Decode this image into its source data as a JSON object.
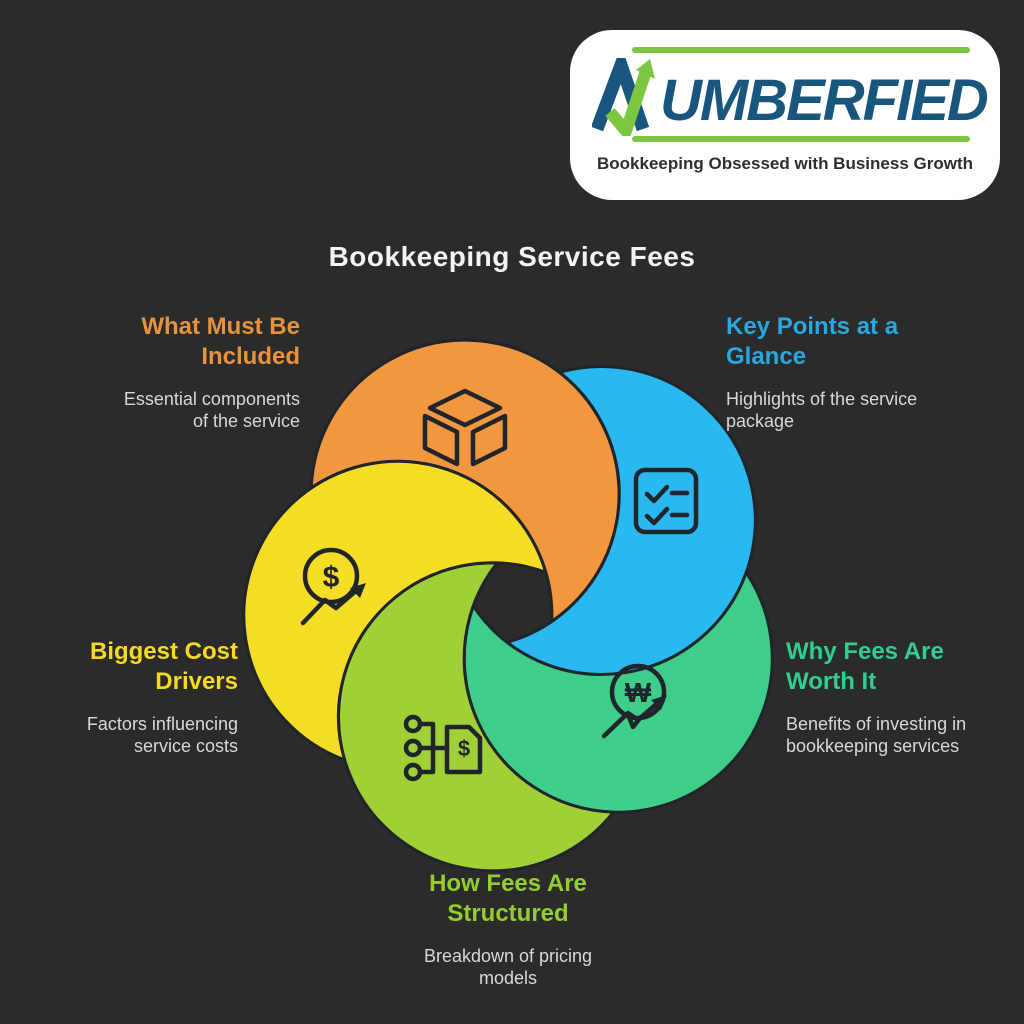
{
  "logo": {
    "brand_rest": "UMBERFIED",
    "tagline": "Bookkeeping Obsessed with Business Growth",
    "colors": {
      "accent_green": "#7dc642",
      "brand_blue": "#19567d",
      "tagline_text": "#2e2e2e"
    }
  },
  "title": "Bookkeeping Service Fees",
  "background_color": "#2b2b2b",
  "pinwheel": {
    "stroke_color": "#20242b",
    "segments": [
      {
        "id": "what-must-be-included",
        "petal_color": "#f0973f",
        "heading_color": "#e8923c",
        "icon": "cube-icon",
        "icon_glyph": "",
        "heading_lines": [
          "What Must Be",
          "Included"
        ],
        "description_lines": [
          "Essential components",
          "of the service"
        ]
      },
      {
        "id": "key-points-at-a-glance",
        "petal_color": "#29b9f0",
        "heading_color": "#29a8e0",
        "icon": "checklist-icon",
        "icon_glyph": "",
        "heading_lines": [
          "Key Points at a",
          "Glance"
        ],
        "description_lines": [
          "Highlights of the service",
          "package"
        ]
      },
      {
        "id": "why-fees-are-worth-it",
        "petal_color": "#3fce8a",
        "heading_color": "#31ce8f",
        "icon": "won-growth-icon",
        "icon_glyph": "₩",
        "heading_lines": [
          "Why Fees Are",
          "Worth It"
        ],
        "description_lines": [
          "Benefits of investing in",
          "bookkeeping services"
        ]
      },
      {
        "id": "how-fees-are-structured",
        "petal_color": "#a0d036",
        "heading_color": "#95cc2f",
        "icon": "pricing-tree-icon",
        "icon_glyph": "$",
        "heading_lines": [
          "How Fees Are",
          "Structured"
        ],
        "description_lines": [
          "Breakdown of pricing",
          "models"
        ]
      },
      {
        "id": "biggest-cost-drivers",
        "petal_color": "#f5dd25",
        "heading_color": "#f5da1f",
        "icon": "dollar-growth-icon",
        "icon_glyph": "$",
        "heading_lines": [
          "Biggest Cost",
          "Drivers"
        ],
        "description_lines": [
          "Factors influencing",
          "service costs"
        ]
      }
    ]
  }
}
